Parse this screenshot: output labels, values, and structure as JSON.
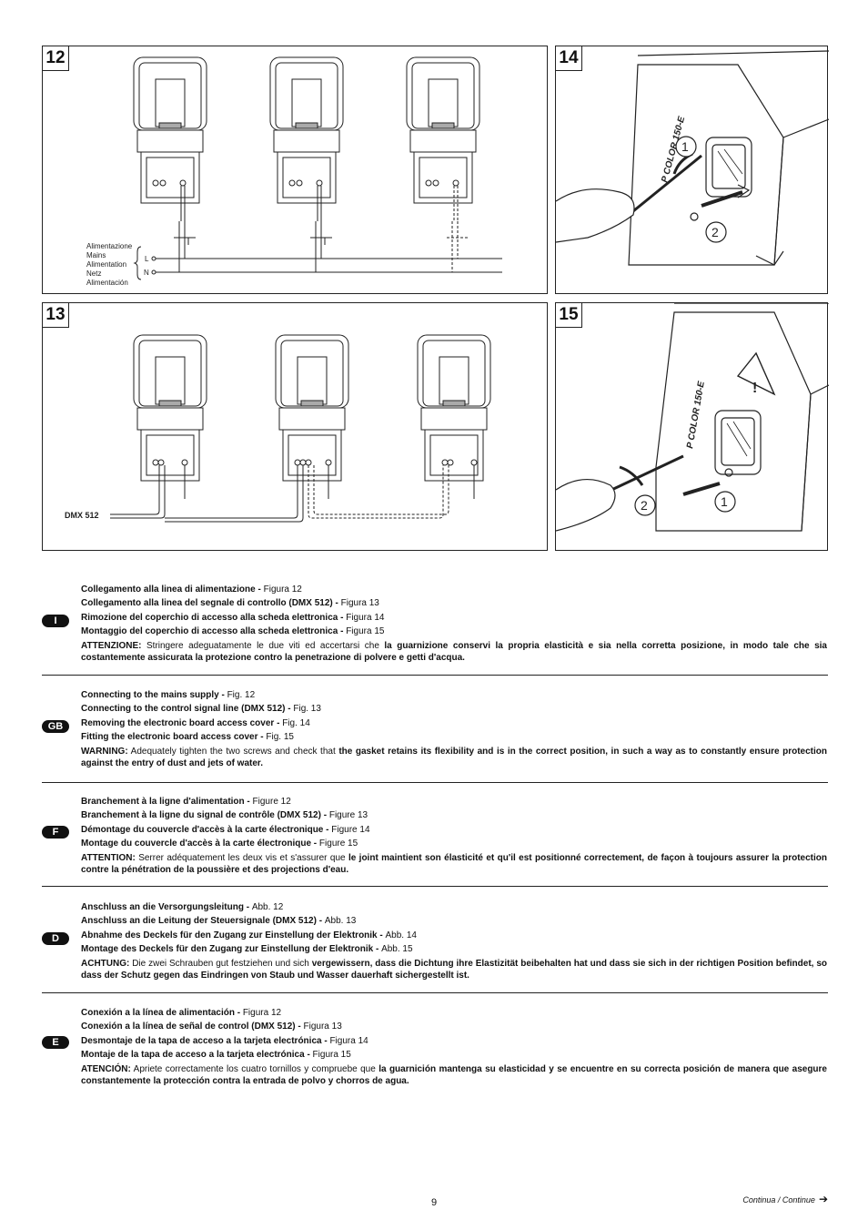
{
  "figures": {
    "fig12": {
      "number": "12",
      "supply_labels": [
        "Alimentazione",
        "Mains",
        "Alimentation",
        "Netz",
        "Alimentación"
      ],
      "line_l": "L",
      "line_n": "N"
    },
    "fig13": {
      "number": "13",
      "dmx_label": "DMX 512"
    },
    "fig14": {
      "number": "14",
      "model_text": "P COLOR 150-E",
      "callout_1": "1",
      "callout_2": "2"
    },
    "fig15": {
      "number": "15",
      "model_text": "P COLOR 150-E",
      "warning_symbol": "!",
      "callout_1": "1",
      "callout_2": "2"
    }
  },
  "sections": [
    {
      "lang": "I",
      "items": [
        {
          "title": "Collegamento alla linea di alimentazione - ",
          "ref": "Figura 12"
        },
        {
          "title": "Collegamento alla linea del segnale di controllo (DMX 512) - ",
          "ref": "Figura 13"
        },
        {
          "title": "Rimozione del coperchio di accesso alla scheda elettronica - ",
          "ref": "Figura 14"
        },
        {
          "title": "Montaggio del coperchio di accesso alla scheda elettronica - ",
          "ref": "Figura 15"
        }
      ],
      "warning_label": "ATTENZIONE:",
      "warning_text": " Stringere adeguatamente le due viti ed accertarsi che ",
      "warning_bold": "la guarnizione conservi la propria elasticità e sia nella corretta posizione, in modo tale che sia costantemente assicurata la protezione contro la penetrazione di polvere e getti d'acqua."
    },
    {
      "lang": "GB",
      "items": [
        {
          "title": "Connecting to the mains supply - ",
          "ref": "Fig. 12"
        },
        {
          "title": "Connecting to the control signal line (DMX 512) - ",
          "ref": "Fig. 13"
        },
        {
          "title": "Removing the electronic board access cover  - ",
          "ref": "Fig. 14"
        },
        {
          "title": "Fitting the electronic board access cover - ",
          "ref": "Fig. 15"
        }
      ],
      "warning_label": "WARNING:",
      "warning_text": " Adequately tighten the two screws and check that ",
      "warning_bold": "the gasket retains its flexibility and is in the correct position, in such a way as to constantly ensure protection against the entry of dust and jets of water."
    },
    {
      "lang": "F",
      "items": [
        {
          "title": "Branchement à la ligne d'alimentation - ",
          "ref": "Figure 12"
        },
        {
          "title": "Branchement à la ligne du signal de contrôle (DMX 512) - ",
          "ref": "Figure 13"
        },
        {
          "title": "Démontage du couvercle d'accès à la carte électronique - ",
          "ref": "Figure 14"
        },
        {
          "title": "Montage du couvercle d'accès à la carte électronique - ",
          "ref": "Figure 15"
        }
      ],
      "warning_label": "ATTENTION:",
      "warning_text": " Serrer adéquatement les deux vis et s'assurer que ",
      "warning_bold": "le joint maintient son élasticité et qu'il est positionné correctement, de façon à toujours assurer la protection contre la pénétration de la poussière et des projections d'eau."
    },
    {
      "lang": "D",
      "items": [
        {
          "title": "Anschluss an die Versorgungsleitung - ",
          "ref": "Abb. 12"
        },
        {
          "title": "Anschluss an die Leitung der Steuersignale (DMX 512) - ",
          "ref": "Abb. 13"
        },
        {
          "title": "Abnahme des Deckels für den Zugang zur Einstellung der Elektronik - ",
          "ref": "Abb. 14"
        },
        {
          "title": "Montage des Deckels für den Zugang zur Einstellung der Elektronik - ",
          "ref": "Abb. 15"
        }
      ],
      "warning_label": "ACHTUNG:",
      "warning_text": " Die zwei Schrauben gut festziehen und sich ",
      "warning_bold": "vergewissern, dass die Dichtung ihre Elastizität beibehalten hat und dass sie sich in der richtigen Position befindet, so dass der Schutz gegen das Eindringen von Staub und Wasser dauerhaft sichergestellt ist."
    },
    {
      "lang": "E",
      "items": [
        {
          "title": "Conexión a la línea de alimentación - ",
          "ref": "Figura 12"
        },
        {
          "title": "Conexión a la línea de señal de control (DMX 512) - ",
          "ref": "Figura 13"
        },
        {
          "title": "Desmontaje de la tapa de acceso a la tarjeta electrónica - ",
          "ref": "Figura 14"
        },
        {
          "title": "Montaje de la tapa de acceso a la tarjeta electrónica - ",
          "ref": "Figura 15"
        }
      ],
      "warning_label": "ATENCIÓN:",
      "warning_text": " Apriete correctamente los cuatro tornillos y compruebe que ",
      "warning_bold": "la guarnición mantenga su elasticidad y se encuentre en su correcta posición de manera que asegure constantemente la protección contra la entrada de polvo y chorros de agua."
    }
  ],
  "footer": {
    "page_number": "9",
    "continue_text": "Continua / Continue",
    "continue_arrow": "➔"
  }
}
